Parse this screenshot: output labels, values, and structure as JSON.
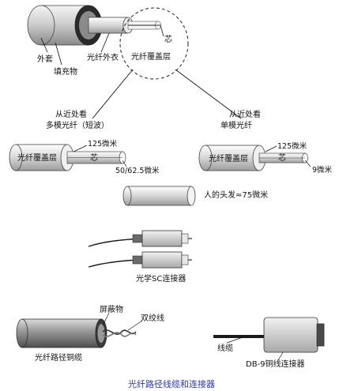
{
  "figure": {
    "caption": "光纤路径线缆和连接器",
    "cable": {
      "jacket": "外套",
      "filler": "填充物",
      "buffer": "光纤外衣",
      "cladding": "光纤覆盖层",
      "core": "芯"
    },
    "multimode": {
      "note": "从近处看",
      "title": "多模光纤（短波）",
      "cladding": "光纤覆盖层",
      "cladding_diameter": "125微米",
      "core": "芯",
      "core_diameter": "50/62.5微米"
    },
    "singlemode": {
      "note": "从近处看",
      "title": "单模光纤",
      "cladding": "光纤覆盖层",
      "cladding_diameter": "125微米",
      "core": "芯",
      "core_diameter": "9微米"
    },
    "hair": {
      "label": "人的头发≈75微米"
    },
    "sc": {
      "label": "光学SC连接器"
    },
    "copper": {
      "shield": "屏蔽物",
      "twisted_pair": "双绞线",
      "label": "光纤路径铜缆"
    },
    "db9": {
      "cable": "线缆",
      "label": "DB-9铜线连接器"
    }
  }
}
